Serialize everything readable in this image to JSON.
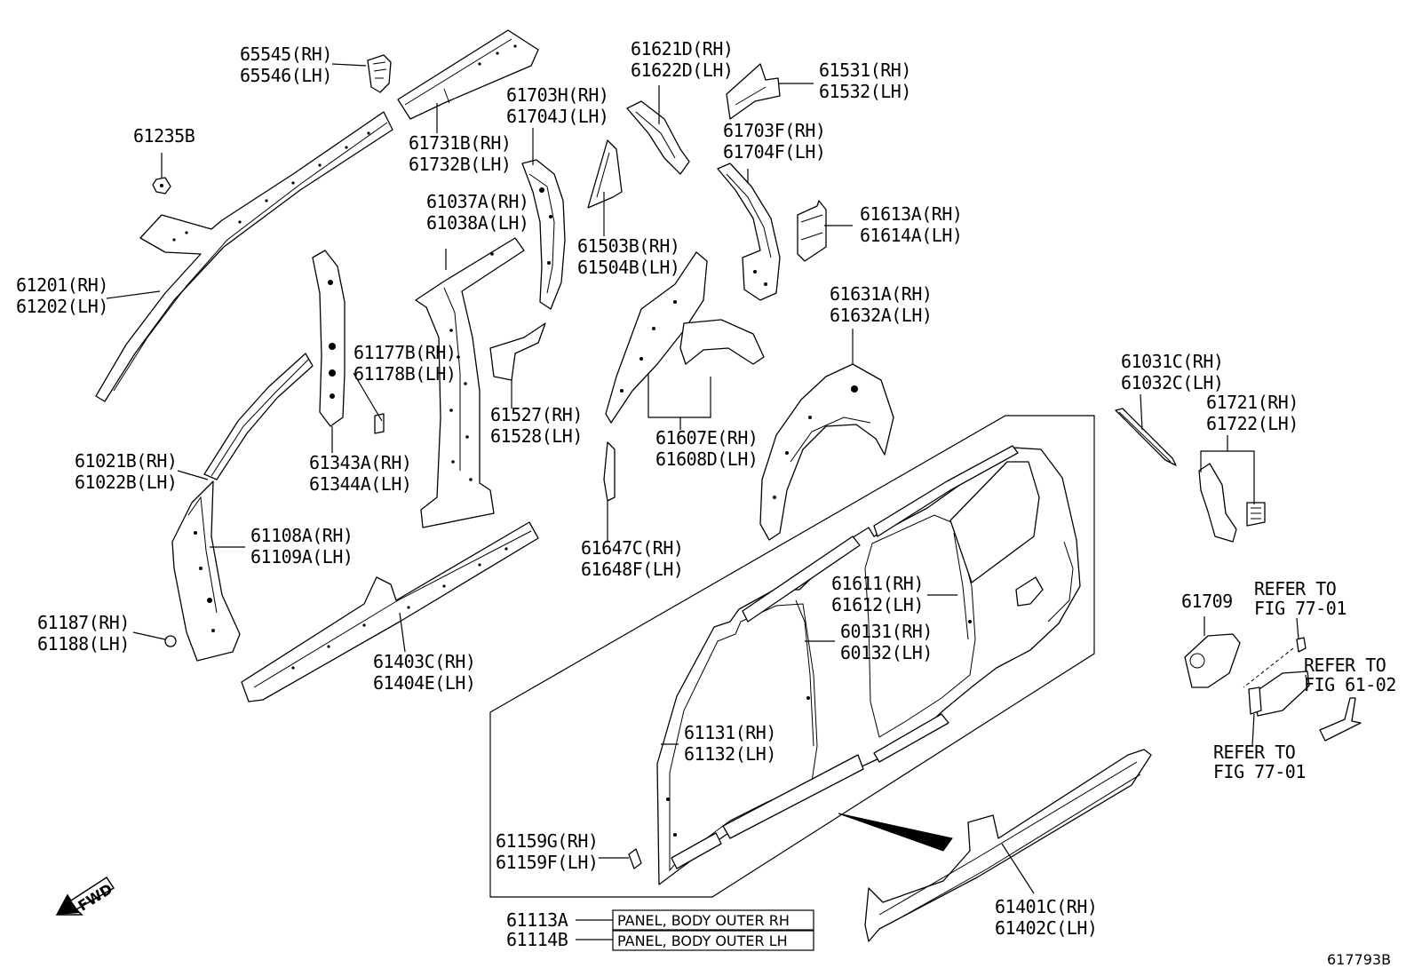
{
  "diagram": {
    "figure_number": "617793B",
    "fwd_label": "FWD",
    "parts": [
      {
        "id": "p65545",
        "rh": "65545(RH)",
        "lh": "65546(LH)"
      },
      {
        "id": "p61235",
        "rh": "61235B",
        "lh": ""
      },
      {
        "id": "p61201",
        "rh": "61201(RH)",
        "lh": "61202(LH)"
      },
      {
        "id": "p61731",
        "rh": "61731B(RH)",
        "lh": "61732B(LH)"
      },
      {
        "id": "p61703h",
        "rh": "61703H(RH)",
        "lh": "61704J(LH)"
      },
      {
        "id": "p61621",
        "rh": "61621D(RH)",
        "lh": "61622D(LH)"
      },
      {
        "id": "p61531",
        "rh": "61531(RH)",
        "lh": "61532(LH)"
      },
      {
        "id": "p61703f",
        "rh": "61703F(RH)",
        "lh": "61704F(LH)"
      },
      {
        "id": "p61037",
        "rh": "61037A(RH)",
        "lh": "61038A(LH)"
      },
      {
        "id": "p61503",
        "rh": "61503B(RH)",
        "lh": "61504B(LH)"
      },
      {
        "id": "p61613",
        "rh": "61613A(RH)",
        "lh": "61614A(LH)"
      },
      {
        "id": "p61631",
        "rh": "61631A(RH)",
        "lh": "61632A(LH)"
      },
      {
        "id": "p61177",
        "rh": "61177B(RH)",
        "lh": "61178B(LH)"
      },
      {
        "id": "p61527",
        "rh": "61527(RH)",
        "lh": "61528(LH)"
      },
      {
        "id": "p61607",
        "rh": "61607E(RH)",
        "lh": "61608D(LH)"
      },
      {
        "id": "p61031",
        "rh": "61031C(RH)",
        "lh": "61032C(LH)"
      },
      {
        "id": "p61721",
        "rh": "61721(RH)",
        "lh": "61722(LH)"
      },
      {
        "id": "p61021",
        "rh": "61021B(RH)",
        "lh": "61022B(LH)"
      },
      {
        "id": "p61343",
        "rh": "61343A(RH)",
        "lh": "61344A(LH)"
      },
      {
        "id": "p61108",
        "rh": "61108A(RH)",
        "lh": "61109A(LH)"
      },
      {
        "id": "p61647",
        "rh": "61647C(RH)",
        "lh": "61648F(LH)"
      },
      {
        "id": "p61611",
        "rh": "61611(RH)",
        "lh": "61612(LH)"
      },
      {
        "id": "p61709",
        "rh": "61709",
        "lh": ""
      },
      {
        "id": "p61187",
        "rh": "61187(RH)",
        "lh": "61188(LH)"
      },
      {
        "id": "p60131",
        "rh": "60131(RH)",
        "lh": "60132(LH)"
      },
      {
        "id": "p61403",
        "rh": "61403C(RH)",
        "lh": "61404E(LH)"
      },
      {
        "id": "p61131",
        "rh": "61131(RH)",
        "lh": "61132(LH)"
      },
      {
        "id": "p61159",
        "rh": "61159G(RH)",
        "lh": "61159F(LH)"
      },
      {
        "id": "p61401",
        "rh": "61401C(RH)",
        "lh": "61402C(LH)"
      }
    ],
    "references": [
      {
        "id": "ref1",
        "line1": "REFER TO",
        "line2": "FIG 77-01"
      },
      {
        "id": "ref2",
        "line1": "REFER TO",
        "line2": "FIG 61-02"
      },
      {
        "id": "ref3",
        "line1": "REFER TO",
        "line2": "FIG 77-01"
      }
    ],
    "legend": [
      {
        "part": "61113A",
        "description": "PANEL, BODY OUTER RH"
      },
      {
        "part": "61114B",
        "description": "PANEL, BODY OUTER LH"
      }
    ]
  }
}
